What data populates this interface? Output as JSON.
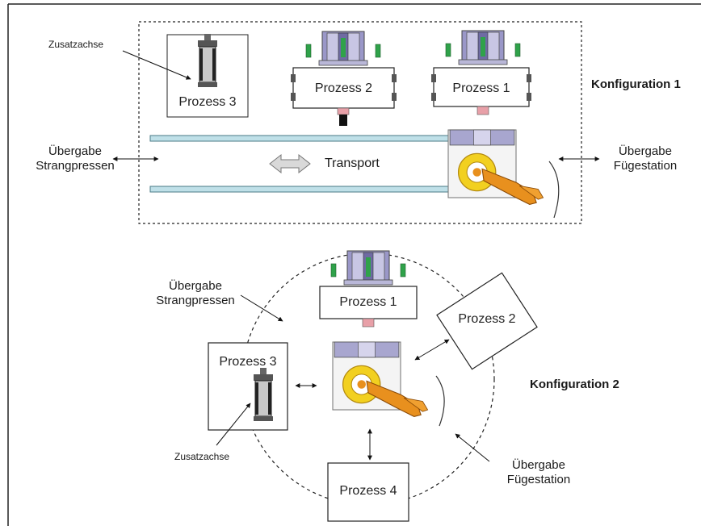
{
  "config1": {
    "title": "Konfiguration 1",
    "zusatzachse": "Zusatzachse",
    "prozess3": "Prozess 3",
    "prozess2": "Prozess 2",
    "prozess1": "Prozess 1",
    "transport": "Transport",
    "uebergabe_left": [
      "Übergabe",
      "Strangpressen"
    ],
    "uebergabe_right": [
      "Übergabe",
      "Fügestation"
    ]
  },
  "config2": {
    "title": "Konfiguration 2",
    "prozess1": "Prozess 1",
    "prozess2": "Prozess 2",
    "prozess3": "Prozess 3",
    "prozess4": "Prozess 4",
    "zusatzachse": "Zusatzachse",
    "uebergabe_top": [
      "Übergabe",
      "Strangpressen"
    ],
    "uebergabe_bottom": [
      "Übergabe",
      "Fügestation"
    ]
  },
  "colors": {
    "rail": "#bfe0e8",
    "robot_orange": "#e8901e",
    "robot_yellow": "#f2d020",
    "machine_purple": "#8a86b8",
    "machine_green": "#2fa24a",
    "nozzle_pink": "#e8a0a8"
  }
}
